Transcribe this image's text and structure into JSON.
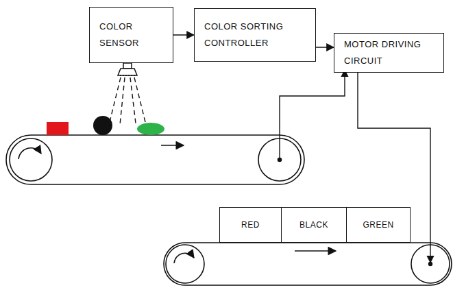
{
  "diagram": {
    "nodes": [
      {
        "text": [
          "COLOR SENSOR"
        ]
      },
      {
        "text": [
          "COLOR SORTING CONTROLLER"
        ]
      },
      {
        "text": [
          "MOTOR DRIVING CIRCUIT"
        ]
      },
      {
        "text": [
          "RED"
        ]
      },
      {
        "text": [
          "BLACK"
        ]
      },
      {
        "text": [
          "GREEN"
        ]
      }
    ],
    "edges": [
      {
        "from": 0,
        "to": 1,
        "arrow": "to"
      },
      {
        "from": 1,
        "to": 2,
        "arrow": "to"
      }
    ]
  }
}
